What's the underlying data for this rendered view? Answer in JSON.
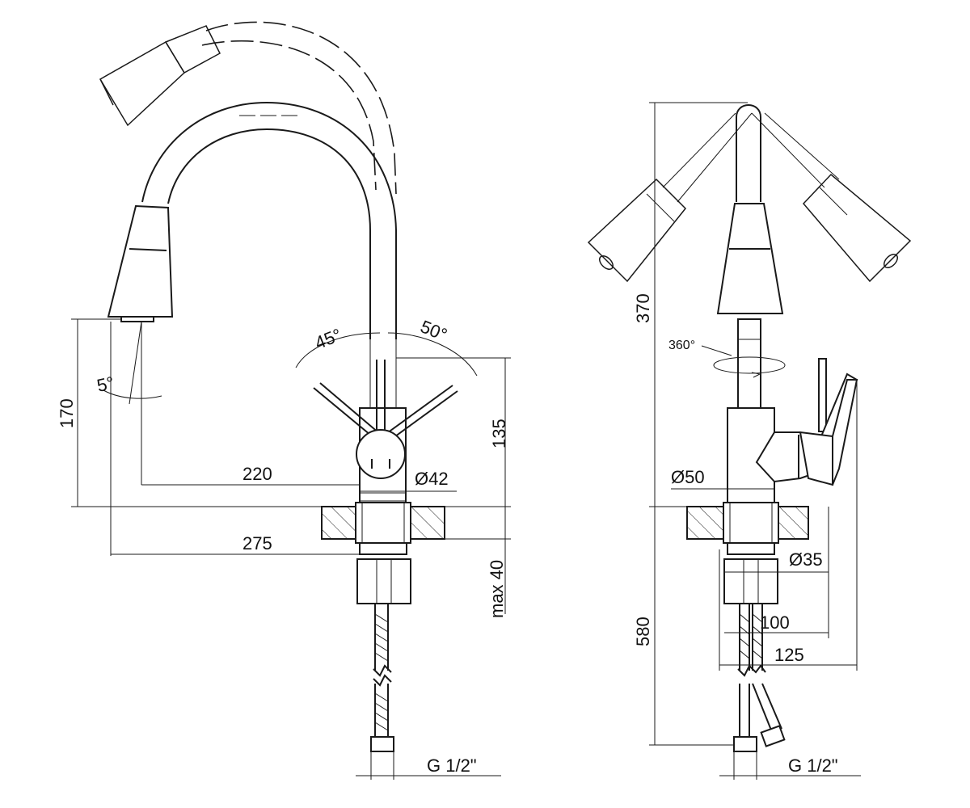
{
  "front_view": {
    "angle_left": "45°",
    "angle_right": "50°",
    "spout_tilt": "5°",
    "dim_height_170": "170",
    "dim_height_135": "135",
    "dim_reach_220": "220",
    "dim_body_dia": "Ø42",
    "dim_reach_275": "275",
    "dim_max_40": "max 40",
    "thread": "G 1/2\""
  },
  "side_view": {
    "dim_height_370": "370",
    "swivel": "360°",
    "dim_body_dia": "Ø50",
    "dim_shank_dia": "Ø35",
    "dim_100": "100",
    "dim_125": "125",
    "dim_hose_580": "580",
    "thread": "G 1/2\""
  },
  "colors": {
    "line": "#1a1a1a",
    "background": "#ffffff"
  }
}
